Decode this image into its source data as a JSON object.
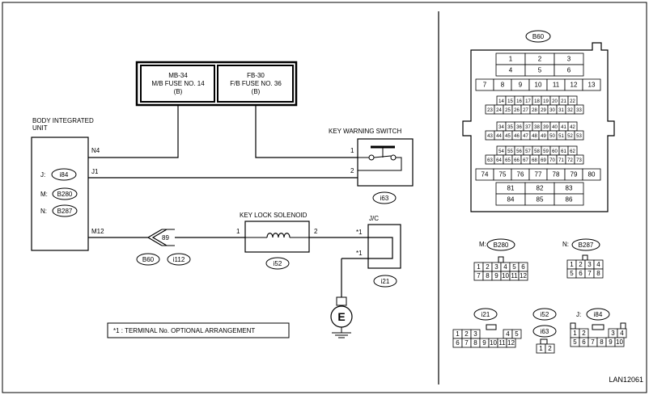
{
  "diagram_id": "LAN12061",
  "fuses": [
    {
      "name": "MB-34",
      "desc": "M/B FUSE NO. 14",
      "sub": "(B)"
    },
    {
      "name": "FB-30",
      "desc": "F/B FUSE NO. 36",
      "sub": "(B)"
    }
  ],
  "body_unit": {
    "title_line1": "BODY INTEGRATED",
    "title_line2": "UNIT",
    "pins": {
      "n4": "N4",
      "j1": "J1",
      "m12": "M12"
    },
    "connectors": [
      {
        "prefix": "J:",
        "code": "i84"
      },
      {
        "prefix": "M:",
        "code": "B280"
      },
      {
        "prefix": "N:",
        "code": "B287"
      }
    ]
  },
  "key_warning_switch": {
    "label": "KEY WARNING SWITCH",
    "pin1": "1",
    "pin2": "2",
    "connector": "i63"
  },
  "key_lock_solenoid": {
    "label": "KEY LOCK SOLENOID",
    "pin1": "1",
    "pin2": "2",
    "connector": "i52"
  },
  "joint_connector": {
    "label": "J/C",
    "pin_a": "*1",
    "pin_b": "*1",
    "connector": "i21"
  },
  "inline_connector": {
    "pin": "89",
    "code_a": "B60",
    "code_b": "i112"
  },
  "ground_symbol": "E",
  "note": "*1 : TERMINAL No. OPTIONAL ARRANGEMENT",
  "b60_connector": {
    "code": "B60",
    "row_a": [
      "1",
      "2",
      "3"
    ],
    "row_b": [
      "4",
      "5",
      "6"
    ],
    "row_c": [
      "7",
      "8",
      "9",
      "10",
      "11",
      "12",
      "13"
    ],
    "row_d": [
      "14",
      "15",
      "16",
      "17",
      "18",
      "19",
      "20",
      "21",
      "22"
    ],
    "row_e": [
      "23",
      "24",
      "25",
      "26",
      "27",
      "28",
      "29",
      "30",
      "31",
      "32",
      "33"
    ],
    "row_f": [
      "34",
      "35",
      "36",
      "37",
      "38",
      "39",
      "40",
      "41",
      "42"
    ],
    "row_g": [
      "43",
      "44",
      "45",
      "46",
      "47",
      "48",
      "49",
      "50",
      "51",
      "52",
      "53"
    ],
    "row_h": [
      "54",
      "55",
      "56",
      "57",
      "58",
      "59",
      "60",
      "61",
      "62"
    ],
    "row_i": [
      "63",
      "64",
      "65",
      "66",
      "67",
      "68",
      "69",
      "70",
      "71",
      "72",
      "73"
    ],
    "row_j": [
      "74",
      "75",
      "76",
      "77",
      "78",
      "79",
      "80"
    ],
    "row_k": [
      "81",
      "82",
      "83"
    ],
    "row_l": [
      "84",
      "85",
      "86"
    ]
  },
  "m_b280": {
    "prefix": "M:",
    "code": "B280",
    "row1": [
      "1",
      "2",
      "3",
      "4",
      "5",
      "6"
    ],
    "row2": [
      "7",
      "8",
      "9",
      "10",
      "11",
      "12"
    ]
  },
  "n_b287": {
    "prefix": "N:",
    "code": "B287",
    "row1": [
      "1",
      "2",
      "3",
      "4"
    ],
    "row2": [
      "5",
      "6",
      "7",
      "8"
    ]
  },
  "i21_conn": {
    "code": "i21",
    "row1_left": [
      "1",
      "2",
      "3"
    ],
    "row1_right": [
      "4",
      "5"
    ],
    "row2": [
      "6",
      "7",
      "8",
      "9",
      "10",
      "11",
      "12"
    ]
  },
  "i52_i63_conn": {
    "code_top": "i52",
    "code_bottom": "i63",
    "pins": [
      "1",
      "2"
    ]
  },
  "j_i84": {
    "prefix": "J:",
    "code": "i84",
    "row1_left": [
      "1",
      "2"
    ],
    "row1_right": [
      "3",
      "4"
    ],
    "row2": [
      "5",
      "6",
      "7",
      "8",
      "9",
      "10"
    ]
  }
}
